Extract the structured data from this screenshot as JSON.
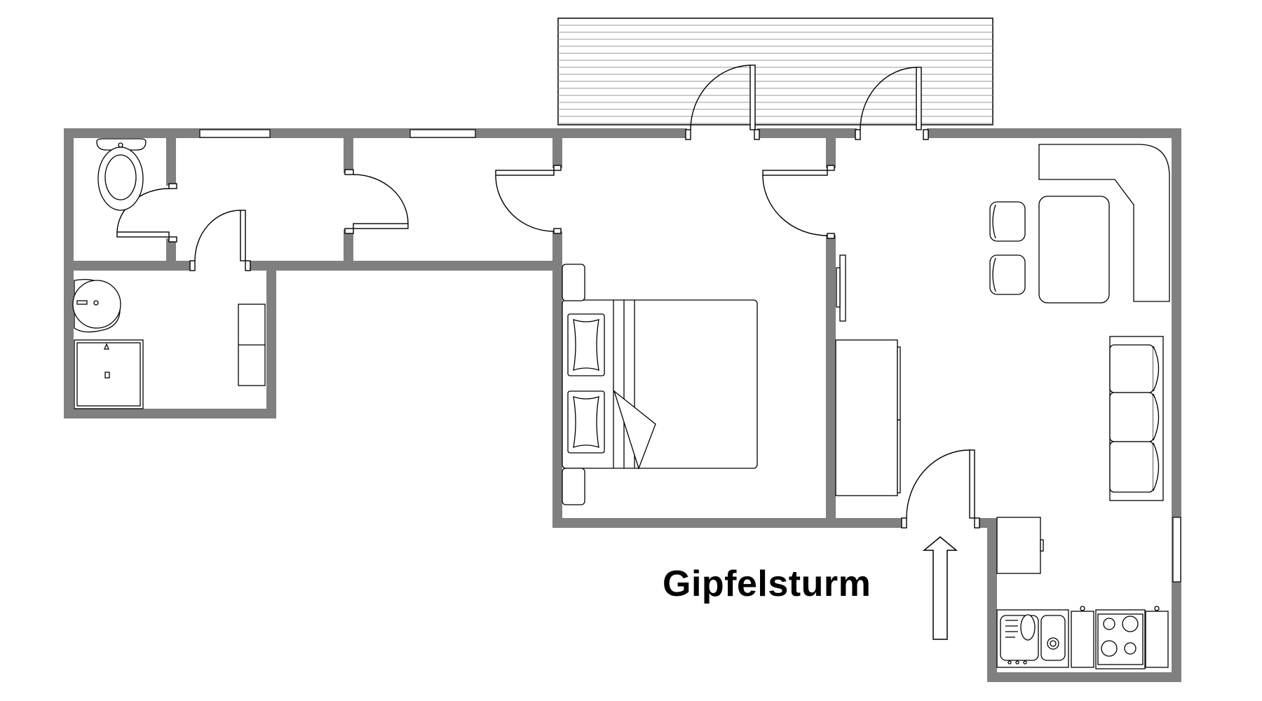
{
  "plan": {
    "title": "Gipfelsturm",
    "wall_color": "#808080",
    "line_color": "#000000",
    "background": "#ffffff",
    "rooms": [
      {
        "name": "toilet"
      },
      {
        "name": "hallway-small"
      },
      {
        "name": "corridor"
      },
      {
        "name": "bathroom"
      },
      {
        "name": "bedroom"
      },
      {
        "name": "living-kitchen"
      },
      {
        "name": "balcony"
      }
    ],
    "fixtures": [
      "toilet",
      "washbasin",
      "shower",
      "bathroom-cabinet",
      "double-bed",
      "nightstand-top",
      "nightstand-bottom",
      "wardrobe",
      "tv",
      "corner-bench",
      "dining-table",
      "chair-1",
      "chair-2",
      "sofa",
      "fridge",
      "kitchen-sink",
      "stove"
    ],
    "entrance_arrow": "up-arrow"
  }
}
